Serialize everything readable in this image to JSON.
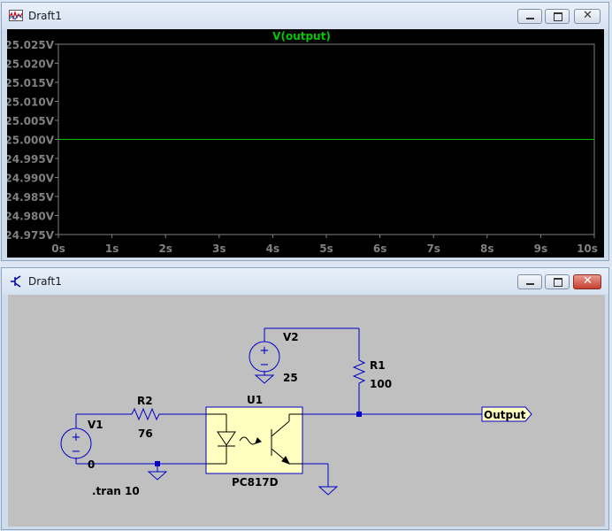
{
  "waveform_window": {
    "title": "Draft1",
    "trace_label": "V(output)",
    "trace_color": "#00c800",
    "y_ticks": [
      "25.025V",
      "25.020V",
      "25.015V",
      "25.010V",
      "25.005V",
      "25.000V",
      "24.995V",
      "24.990V",
      "24.985V",
      "24.980V",
      "24.975V"
    ],
    "x_ticks": [
      "0s",
      "1s",
      "2s",
      "3s",
      "4s",
      "5s",
      "6s",
      "7s",
      "8s",
      "9s",
      "10s"
    ]
  },
  "chart_data": {
    "type": "line",
    "title": "V(output)",
    "xlabel": "",
    "ylabel": "",
    "xlim": [
      0,
      10
    ],
    "ylim": [
      24.975,
      25.025
    ],
    "grid": false,
    "series": [
      {
        "name": "V(output)",
        "x": [
          0,
          10
        ],
        "y": [
          25.0,
          25.0
        ]
      }
    ]
  },
  "schematic_window": {
    "title": "Draft1",
    "components": {
      "v2_name": "V2",
      "v2_value": "25",
      "r1_name": "R1",
      "r1_value": "100",
      "r2_name": "R2",
      "r2_value": "76",
      "v1_name": "V1",
      "v1_value": "0",
      "u1_name": "U1",
      "u1_part": "PC817D",
      "net_label": "Output",
      "directive": ".tran 10"
    },
    "wire_color": "#0000c8",
    "symbol_fill": "#ffffc0"
  }
}
